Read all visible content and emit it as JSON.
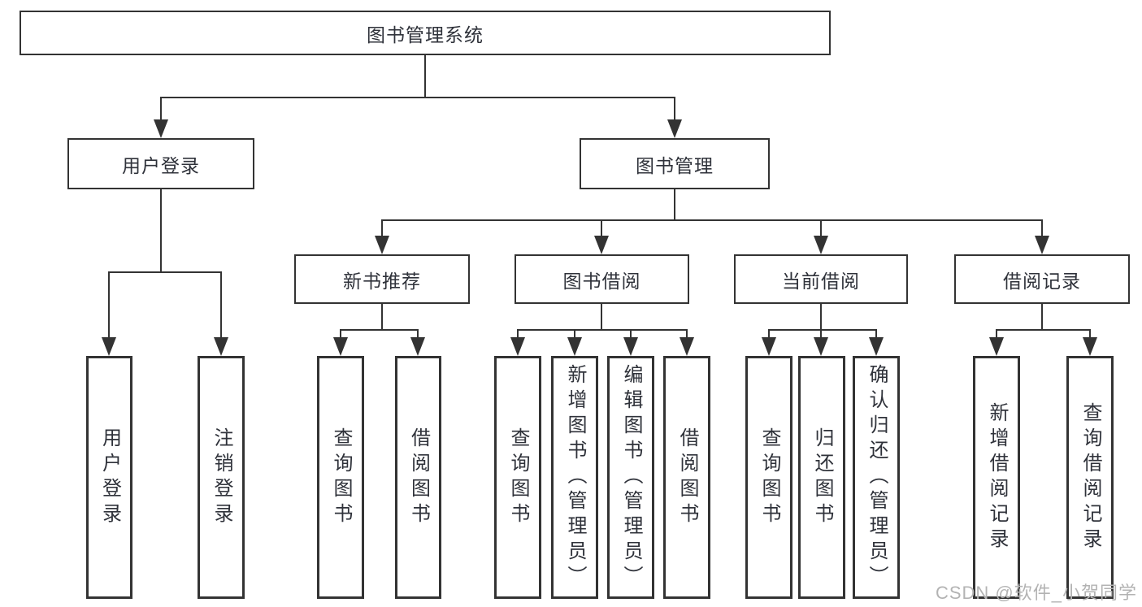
{
  "tree": {
    "root": {
      "label": "图书管理系统"
    },
    "branches": [
      {
        "label": "用户登录",
        "children": [
          {
            "label": "用户登录"
          },
          {
            "label": "注销登录"
          }
        ]
      },
      {
        "label": "图书管理",
        "children": [
          {
            "label": "新书推荐",
            "children": [
              {
                "label": "查询图书"
              },
              {
                "label": "借阅图书"
              }
            ]
          },
          {
            "label": "图书借阅",
            "children": [
              {
                "label": "查询图书"
              },
              {
                "label": "新增图书（管理员）"
              },
              {
                "label": "编辑图书（管理员）"
              },
              {
                "label": "借阅图书"
              }
            ]
          },
          {
            "label": "当前借阅",
            "children": [
              {
                "label": "查询图书"
              },
              {
                "label": "归还图书"
              },
              {
                "label": "确认归还（管理员）"
              }
            ]
          },
          {
            "label": "借阅记录",
            "children": [
              {
                "label": "新增借阅记录"
              },
              {
                "label": "查询借阅记录"
              }
            ]
          }
        ]
      }
    ]
  },
  "watermark": {
    "text": "CSDN @软件_小贺同学"
  },
  "colors": {
    "line": "#333333",
    "node_border": "#333333",
    "node_text": "#2f323a",
    "watermark": "#b3b3b3",
    "background": "#ffffff"
  }
}
